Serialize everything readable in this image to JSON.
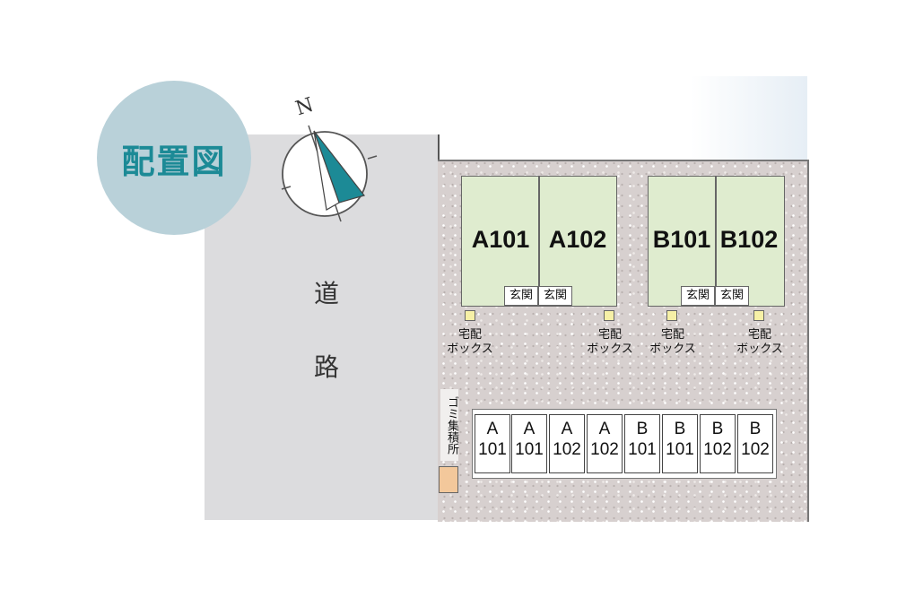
{
  "title": "配置図",
  "compass": {
    "label": "N",
    "icon": "north-arrow-icon"
  },
  "road": {
    "chars": [
      "道",
      "路"
    ]
  },
  "buildings": [
    {
      "units": [
        "A101",
        "A102"
      ],
      "entrance_labels": [
        "玄関",
        "玄関"
      ]
    },
    {
      "units": [
        "B101",
        "B102"
      ],
      "entrance_labels": [
        "玄関",
        "玄関"
      ]
    }
  ],
  "delivery_box": {
    "line1": "宅配",
    "line2": "ボックス"
  },
  "garbage": {
    "label": "ゴミ集積所"
  },
  "parking": [
    {
      "block": "A",
      "number": "101"
    },
    {
      "block": "A",
      "number": "101"
    },
    {
      "block": "A",
      "number": "102"
    },
    {
      "block": "A",
      "number": "102"
    },
    {
      "block": "B",
      "number": "101"
    },
    {
      "block": "B",
      "number": "101"
    },
    {
      "block": "B",
      "number": "102"
    },
    {
      "block": "B",
      "number": "102"
    }
  ],
  "colors": {
    "title_circle": "#b9d1d9",
    "title_text": "#1c8a96",
    "compass_needle": "#1c8a96",
    "building_fill": "#dfeccf",
    "delivery_box_fill": "#f6f0a6",
    "garbage_fill": "#f3c89b",
    "road_fill": "#dcdcde"
  }
}
